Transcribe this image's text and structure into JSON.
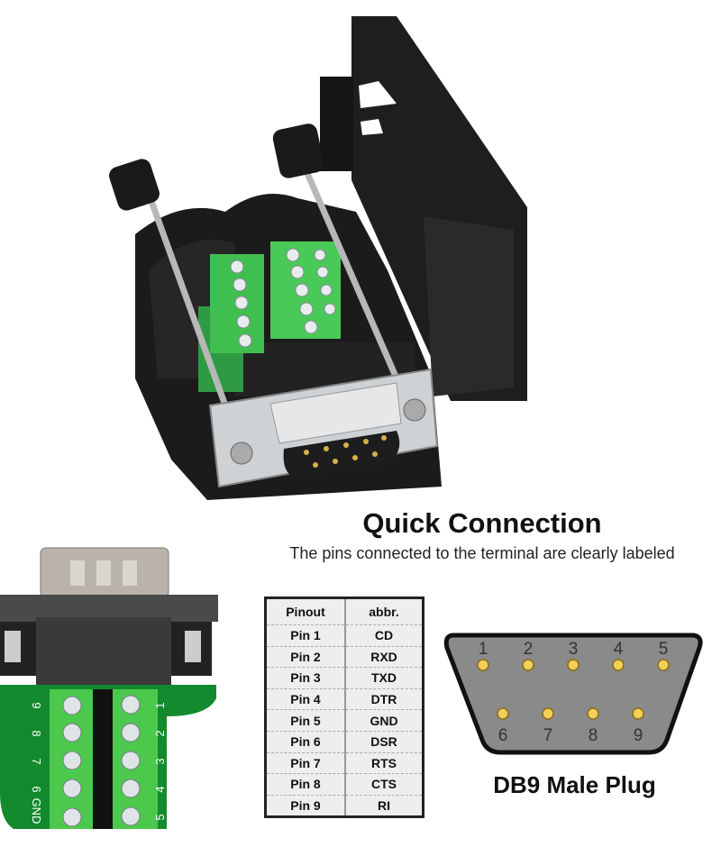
{
  "heading": {
    "title": "Quick Connection",
    "subtitle": "The pins connected to the terminal are clearly labeled"
  },
  "pin_table": {
    "headers": [
      "Pinout",
      "abbr."
    ],
    "rows": [
      [
        "Pin 1",
        "CD"
      ],
      [
        "Pin 2",
        "RXD"
      ],
      [
        "Pin 3",
        "TXD"
      ],
      [
        "Pin 4",
        "DTR"
      ],
      [
        "Pin 5",
        "GND"
      ],
      [
        "Pin 6",
        "DSR"
      ],
      [
        "Pin 7",
        "RTS"
      ],
      [
        "Pin 8",
        "CTS"
      ],
      [
        "Pin 9",
        "RI"
      ]
    ]
  },
  "plug_diagram": {
    "label": "DB9 Male Plug",
    "top_pins": [
      "1",
      "2",
      "3",
      "4",
      "5"
    ],
    "bottom_pins": [
      "6",
      "7",
      "8",
      "9"
    ],
    "pin_color": "#f2cf5b",
    "body_color": "#8a8a8a"
  },
  "pcb_labels": {
    "left": [
      "9",
      "8",
      "7",
      "6",
      "GND"
    ],
    "right": [
      "1",
      "2",
      "3",
      "4",
      "5"
    ]
  },
  "colors": {
    "terminal_green": "#4cc94c",
    "pcb_green": "#138a2e",
    "housing_black": "#1c1c1c"
  }
}
